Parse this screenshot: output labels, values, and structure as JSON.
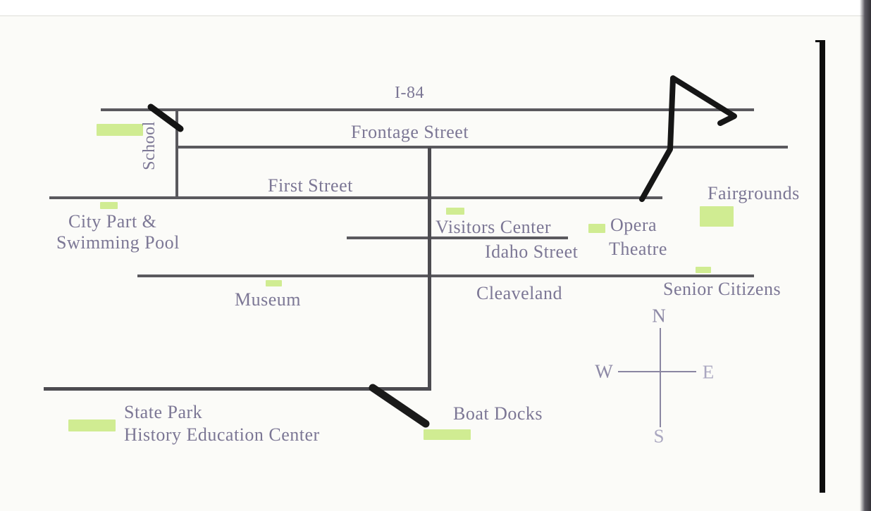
{
  "map": {
    "type": "scanned hand-drawn town map",
    "colors": {
      "street": "#5a595e",
      "label_ink": "#7c7795",
      "highlighter": "#cdeb8c",
      "marker_ink": "#141414",
      "paper": "#fbfbf8"
    },
    "streets": {
      "i84": {
        "label": "I-84"
      },
      "frontage": {
        "label": "Frontage Street"
      },
      "first": {
        "label": "First Street"
      },
      "idaho": {
        "label": "Idaho Street"
      },
      "cleaveland": {
        "label": "Cleaveland"
      }
    },
    "places": {
      "school": {
        "label": "School"
      },
      "city_park": {
        "line1": "City Part &",
        "line2": "Swimming Pool"
      },
      "visitors_center": {
        "label": "Visitors Center"
      },
      "opera_theatre": {
        "line1": "Opera",
        "line2": "Theatre"
      },
      "fairgrounds": {
        "label": "Fairgrounds"
      },
      "senior_citizens": {
        "label": "Senior Citizens"
      },
      "museum": {
        "label": "Museum"
      },
      "state_park": {
        "line1": "State Park",
        "line2": "History Education Center"
      },
      "boat_docks": {
        "label": "Boat Docks"
      }
    },
    "compass": {
      "north": "N",
      "south": "S",
      "east": "E",
      "west": "W"
    }
  }
}
